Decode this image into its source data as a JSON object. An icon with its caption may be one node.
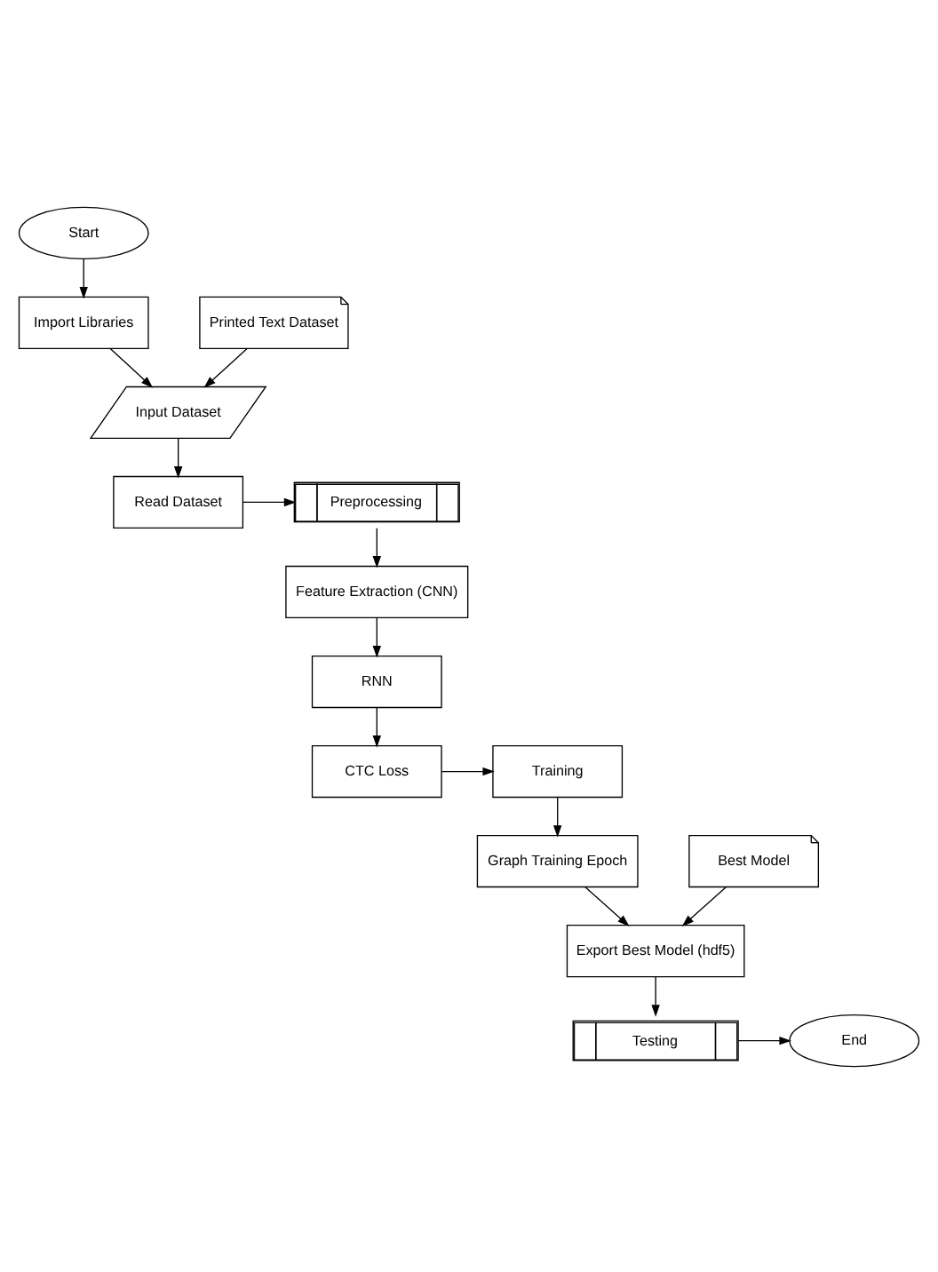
{
  "diagram": {
    "nodes": [
      {
        "text": [
          "Start"
        ]
      },
      {
        "text": [
          "Import Libraries"
        ]
      },
      {
        "text": [
          "Input Dataset"
        ]
      },
      {
        "text": [
          "Printed Text Dataset"
        ]
      },
      {
        "text": [
          "Read Dataset"
        ]
      },
      {
        "text": [
          "Preprocessing"
        ]
      },
      {
        "text": [
          "RNN"
        ]
      },
      {
        "text": [
          "Feature Extraction (CNN)"
        ]
      },
      {
        "text": [
          "CTC Loss"
        ]
      },
      {
        "text": [
          "Training"
        ]
      },
      {
        "text": [
          "Best Model"
        ]
      },
      {
        "text": [
          "Export Best Model (hdf5)"
        ]
      },
      {
        "text": [
          "Graph Training Epoch"
        ]
      },
      {
        "text": [
          "Testing"
        ]
      },
      {
        "text": [
          "End"
        ]
      }
    ],
    "edges": [
      {
        "from": 0,
        "to": 1,
        "arrow": "to"
      },
      {
        "from": 1,
        "to": 2,
        "arrow": "to"
      },
      {
        "from": 3,
        "to": 2,
        "arrow": "to"
      },
      {
        "from": 2,
        "to": 4,
        "arrow": "to"
      },
      {
        "from": 4,
        "to": 5,
        "arrow": "to"
      },
      {
        "from": 5,
        "to": 7,
        "arrow": "to"
      },
      {
        "from": 7,
        "to": 6,
        "arrow": "to"
      },
      {
        "from": 6,
        "to": 8,
        "arrow": "to"
      },
      {
        "from": 8,
        "to": 9,
        "arrow": "to"
      },
      {
        "from": 9,
        "to": 12,
        "arrow": "to"
      },
      {
        "from": 12,
        "to": 11,
        "arrow": "to"
      },
      {
        "from": 10,
        "to": 11,
        "arrow": "to"
      },
      {
        "from": 11,
        "to": 13,
        "arrow": "to"
      },
      {
        "from": 13,
        "to": 14,
        "arrow": "to"
      }
    ]
  }
}
